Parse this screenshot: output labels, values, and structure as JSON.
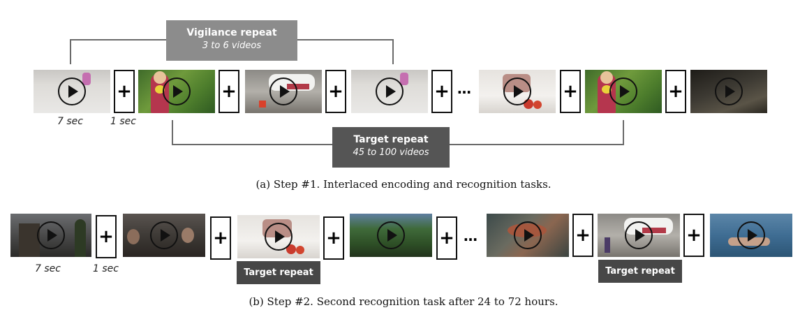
{
  "step1": {
    "vigilance_box": {
      "title": "Vigilance repeat",
      "subtitle": "3 to 6 videos"
    },
    "target_box": {
      "title": "Target repeat",
      "subtitle": "45 to 100 videos"
    },
    "time_video": "7 sec",
    "time_fixation": "1 sec",
    "fixation_symbol": "+",
    "ellipsis": "…",
    "caption": "(a) Step #1. Interlaced encoding and recognition tasks."
  },
  "step2": {
    "time_video": "7 sec",
    "time_fixation": "1 sec",
    "fixation_symbol": "+",
    "ellipsis": "…",
    "target_label_1": "Target repeat",
    "target_label_2": "Target repeat",
    "caption": "(b) Step #2. Second recognition task after 24 to 72 hours."
  },
  "colors": {
    "vigilance_box": "#8c8c8c",
    "target_box": "#555555",
    "target_label": "#474747",
    "bracket": "#6a6a6a"
  }
}
